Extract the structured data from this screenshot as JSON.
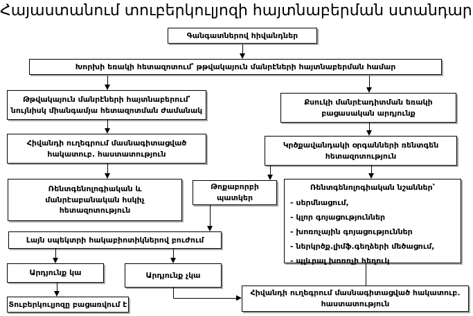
{
  "title": "Հայաստանում տուբերկուլյոզի հայտնաբերման ստանդարտ",
  "boxes": {
    "patients": {
      "label": "Գանգատներով հիվանդներ"
    },
    "sputum_exam": {
      "label": "Խորխի եռակի հետազոտում՝ թթվակայուն մանրէների հայտնաբերման համար"
    },
    "afb_detected": {
      "lines": [
        "Թթվակայուն մանրէների հայտնաբերում՝",
        "նույնիսկ միանգամյա հետազոտման ժամանակ"
      ]
    },
    "smear_negative": {
      "lines": [
        "Քսուկի մանրէադիտման եռակի",
        "բացասական արդյունք"
      ]
    },
    "referral_tb": {
      "lines": [
        "Հիվանդի ուղեգրում մասնագիտացված",
        "հակատուբ. հաստատություն"
      ]
    },
    "chest_xray": {
      "lines": [
        "Կրծքավանդակի օրգանների ռենտգեն",
        "հետազոտություն"
      ]
    },
    "control_exam": {
      "lines": [
        "Ռենտգենոլոգիական և",
        "մանրէաբանական հսկիչ",
        "հետազոտություն"
      ]
    },
    "pneumonia": {
      "lines": [
        "Թոքաբորբի",
        "պատկեր"
      ]
    },
    "xray_signs": {
      "header": "Ռենտգենոլոգիական նշաններ՝",
      "items": [
        "- սերմնացում,",
        "- կլոր գոյացություններ",
        "- խոռոչային գոյացություններ",
        "- ներկրծք.լիմֆ.գեղձերի մեծացում,",
        "- պլևրալ խոռոչի հեղուկ"
      ]
    },
    "antibiotics": {
      "label": "Լայն սպեկտրի հակաբիոտիկներով բուժում"
    },
    "result_yes": {
      "label": "Արդյունք կա"
    },
    "result_no": {
      "label": "Արդյունք չկա"
    },
    "tb_excluded": {
      "label": "Տուբերկուլյոզը բացառվում է"
    },
    "referral_tb2": {
      "lines": [
        "Հիվանդի ուղեգրում մասնագիտացված հակատուբ.",
        "հաստատություն"
      ]
    }
  },
  "colors": {
    "line": "#000000",
    "shadow": "#a9a9a9",
    "background": "#ffffff"
  }
}
